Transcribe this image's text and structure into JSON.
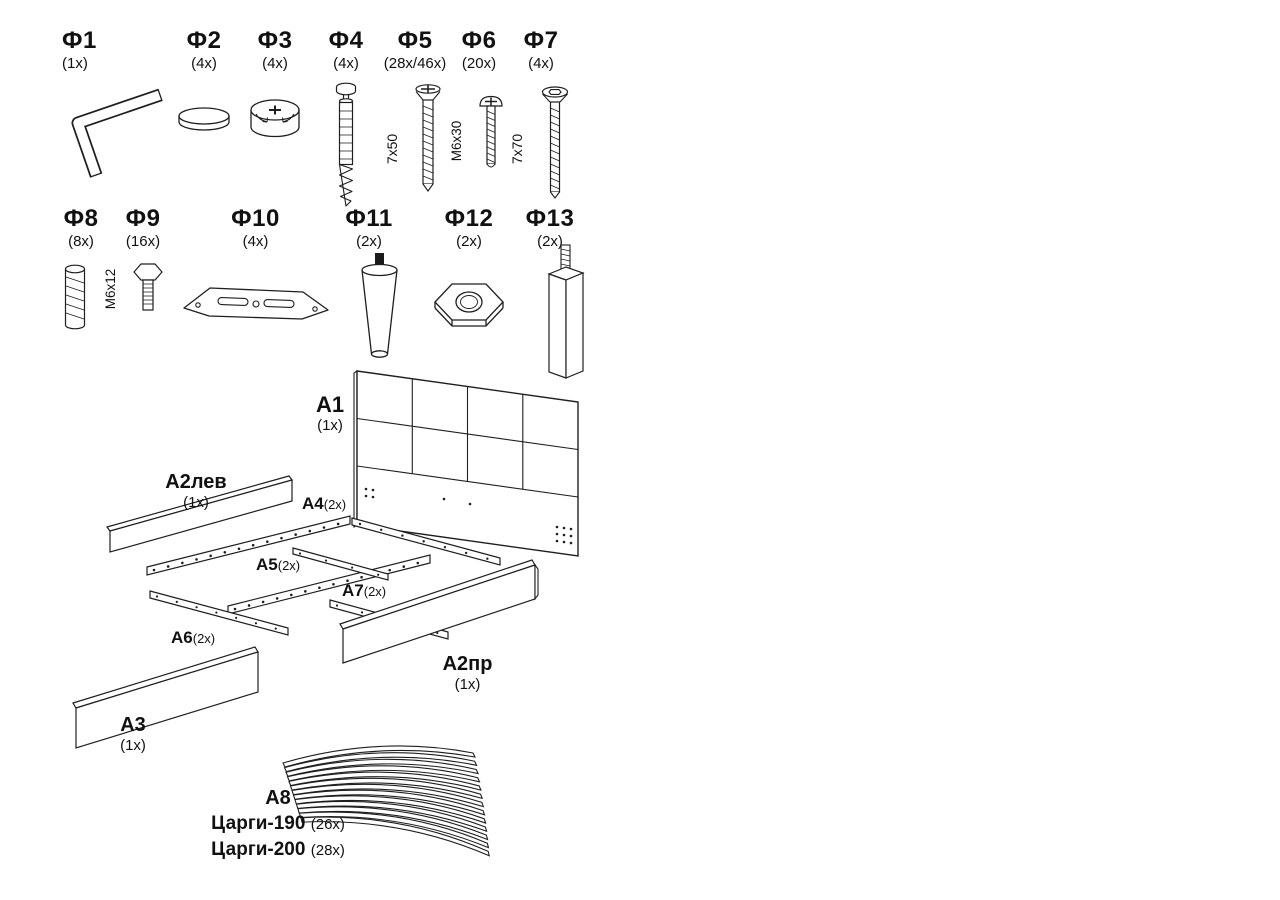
{
  "colors": {
    "background": "#ffffff",
    "line": "#1f1f1f",
    "text": "#111111"
  },
  "hardware": {
    "f1": {
      "label": "Ф1",
      "qty": "(1x)",
      "drawing": "hex-key"
    },
    "f2": {
      "label": "Ф2",
      "qty": "(4x)",
      "drawing": "cover-cap"
    },
    "f3": {
      "label": "Ф3",
      "qty": "(4x)",
      "drawing": "cam-lock"
    },
    "f4": {
      "label": "Ф4",
      "qty": "(4x)",
      "drawing": "cam-dowel-bolt"
    },
    "f5": {
      "label": "Ф5",
      "qty": "(28x/46x)",
      "size": "7x50",
      "drawing": "confirmat-screw"
    },
    "f6": {
      "label": "Ф6",
      "qty": "(20x)",
      "size": "М6x30",
      "drawing": "pan-head-screw"
    },
    "f7": {
      "label": "Ф7",
      "qty": "(4x)",
      "size": "7x70",
      "drawing": "long-screw"
    },
    "f8": {
      "label": "Ф8",
      "qty": "(8x)",
      "drawing": "wooden-dowel"
    },
    "f9": {
      "label": "Ф9",
      "qty": "(16x)",
      "size": "М6x12",
      "drawing": "hex-bolt"
    },
    "f10": {
      "label": "Ф10",
      "qty": "(4x)",
      "drawing": "mounting-bracket"
    },
    "f11": {
      "label": "Ф11",
      "qty": "(2x)",
      "drawing": "round-leg"
    },
    "f12": {
      "label": "Ф12",
      "qty": "(2x)",
      "drawing": "hex-nut"
    },
    "f13": {
      "label": "Ф13",
      "qty": "(2x)",
      "drawing": "square-leg"
    }
  },
  "panels": {
    "a1": {
      "label": "A1",
      "qty": "(1x)",
      "drawing": "headboard"
    },
    "a2lev": {
      "label": "А2лев",
      "qty": "(1x)",
      "drawing": "side-panel-left"
    },
    "a2pr": {
      "label": "А2пр",
      "qty": "(1x)",
      "drawing": "side-panel-right"
    },
    "a3": {
      "label": "А3",
      "qty": "(1x)",
      "drawing": "footboard"
    },
    "a4": {
      "label": "А4",
      "qty": "(2x)",
      "drawing": "rail"
    },
    "a5": {
      "label": "А5",
      "qty": "(2x)",
      "drawing": "rail"
    },
    "a6": {
      "label": "А6",
      "qty": "(2x)",
      "drawing": "rail"
    },
    "a7": {
      "label": "А7",
      "qty": "(2x)",
      "drawing": "rail"
    },
    "a8": {
      "label": "А8",
      "items": [
        {
          "name": "Царги-190",
          "qty": "(26x)"
        },
        {
          "name": "Царги-200",
          "qty": "(28x)"
        }
      ]
    }
  }
}
